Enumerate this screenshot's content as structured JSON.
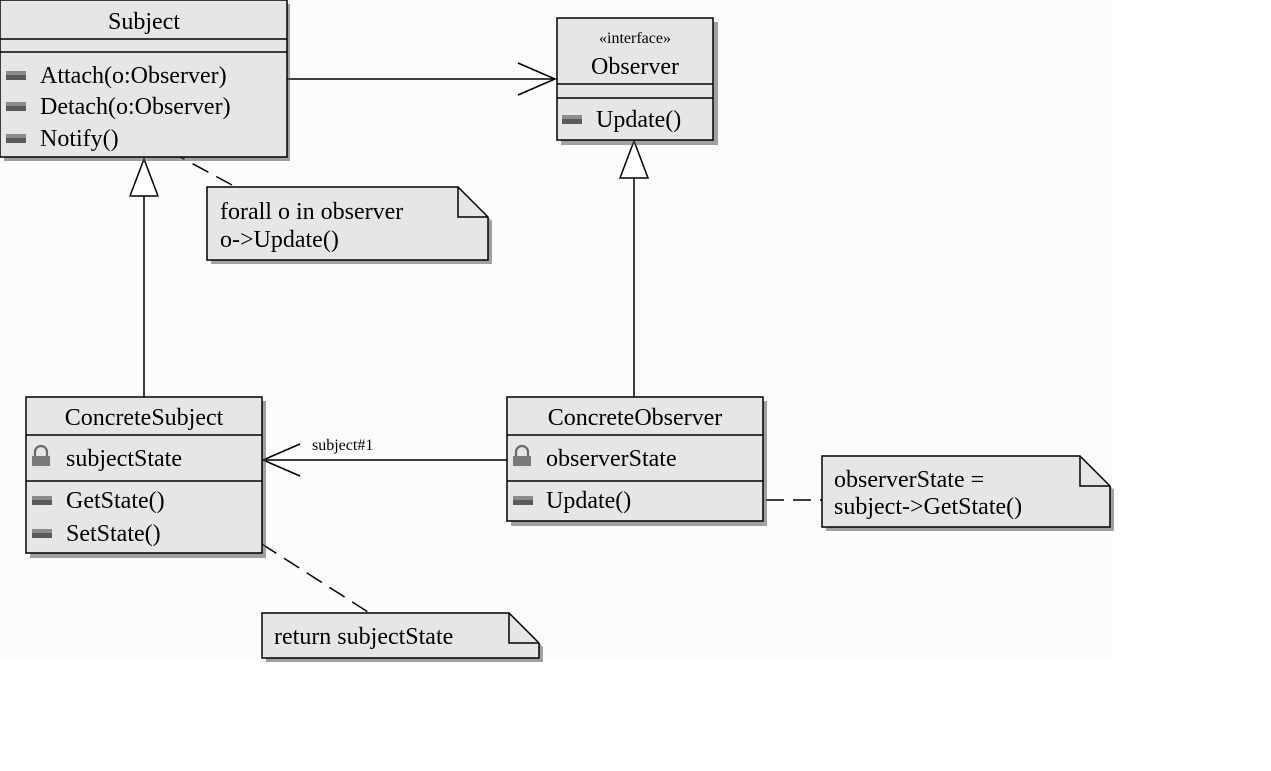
{
  "classes": {
    "subject": {
      "name": "Subject",
      "operations": [
        "Attach(o:Observer)",
        "Detach(o:Observer)",
        "Notify()"
      ]
    },
    "observer": {
      "stereotype": "«interface»",
      "name": "Observer",
      "operations": [
        "Update()"
      ]
    },
    "concrete_subject": {
      "name": "ConcreteSubject",
      "attributes": [
        "subjectState"
      ],
      "operations": [
        "GetState()",
        "SetState()"
      ]
    },
    "concrete_observer": {
      "name": "ConcreteObserver",
      "attributes": [
        "observerState"
      ],
      "operations": [
        "Update()"
      ]
    }
  },
  "notes": {
    "notify_note": [
      "forall o in observer",
      "o->Update()"
    ],
    "update_note": [
      "observerState =",
      "subject->GetState()"
    ],
    "getstate_note": [
      "return subjectState"
    ]
  },
  "associations": {
    "subject_role": "subject#1"
  },
  "icons": {
    "operation": "operation-icon",
    "private_attribute": "lock-icon"
  }
}
